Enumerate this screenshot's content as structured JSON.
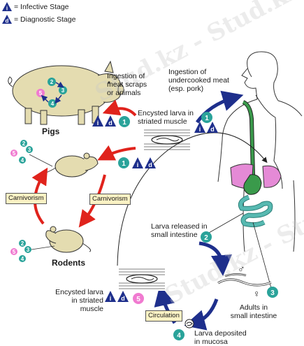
{
  "legend": {
    "infective_label": "= Infective Stage",
    "diagnostic_label": "= Diagnostic Stage",
    "i": "i",
    "d": "d"
  },
  "labels": {
    "pigs": "Pigs",
    "rodents": "Rodents",
    "ingest_scraps": "Ingestion of\nmeat scraps\nor animals",
    "ingest_meat": "Ingestion of\nundercooked meat\n(esp. pork)",
    "encysted_top": "Encysted larva in\nstriated muscle",
    "carnivorism_left": "Carnivorism",
    "carnivorism_right": "Carnivorism",
    "larva_released": "Larva released in\nsmall intestine",
    "adults": "Adults in\nsmall intestine",
    "encysted_bottom": "Encysted larva\nin striated muscle",
    "circulation": "Circulation",
    "larva_deposited": "Larva deposited\nin mucosa",
    "male": "♂",
    "female": "♀"
  },
  "steps": {
    "s1": "1",
    "s2": "2",
    "s3": "3",
    "s4": "4",
    "s5": "5"
  },
  "watermark": "Stud.kz - Stud.kz",
  "colors": {
    "teal": "#2aa39a",
    "pink": "#f07ad0",
    "navy": "#1e2f8c",
    "red": "#e0231c",
    "pig": "#e4dcb0",
    "green": "#3a9a4b",
    "liver": "#e58ad6",
    "gut": "#57b9b1"
  }
}
